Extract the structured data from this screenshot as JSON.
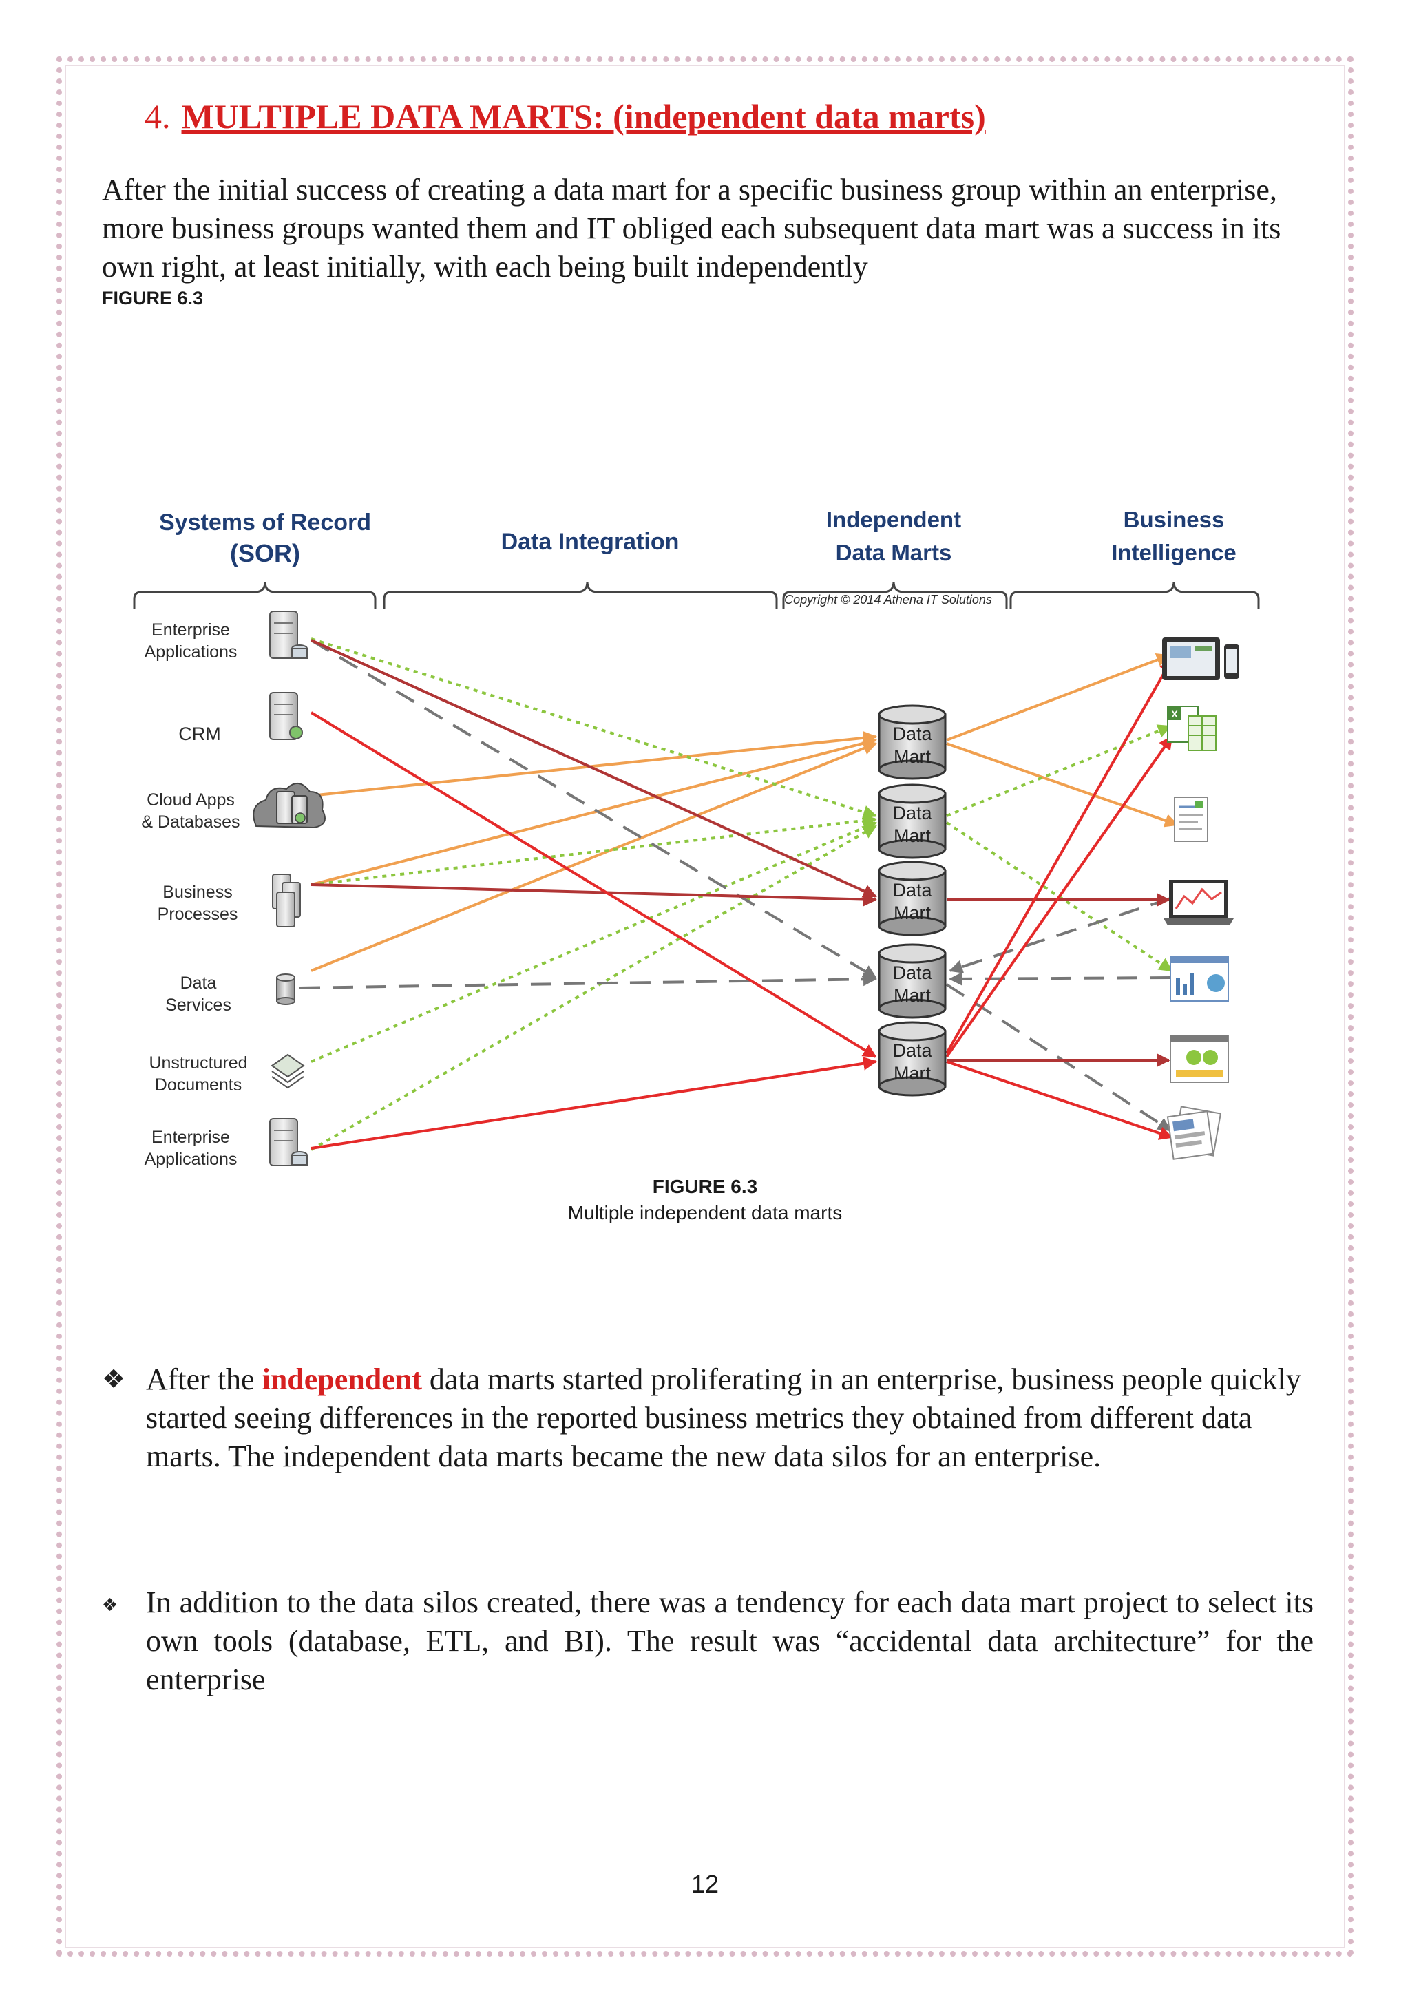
{
  "heading": {
    "number": "4.",
    "title": "MULTIPLE DATA MARTS: (independent data marts)"
  },
  "intro": {
    "text": "After the initial success of creating a data mart for a specific business group within an enterprise, more business groups wanted them and IT obliged each subsequent data mart was a success in its own right, at least initially, with each being built independently"
  },
  "figure_ref": "FIGURE 6.3",
  "diagram": {
    "columns": {
      "sor_line1": "Systems of Record",
      "sor_line2": "(SOR)",
      "integration": "Data Integration",
      "marts_line1": "Independent",
      "marts_line2": "Data Marts",
      "bi_line1": "Business",
      "bi_line2": "Intelligence"
    },
    "copyright": "Copyright © 2014 Athena IT Solutions",
    "sources": [
      {
        "line1": "Enterprise",
        "line2": "Applications"
      },
      {
        "line1": "CRM",
        "line2": ""
      },
      {
        "line1": "Cloud Apps",
        "line2": "& Databases"
      },
      {
        "line1": "Business",
        "line2": "Processes"
      },
      {
        "line1": "Data",
        "line2": "Services"
      },
      {
        "line1": "Unstructured",
        "line2": "Documents"
      },
      {
        "line1": "Enterprise",
        "line2": "Applications"
      }
    ],
    "mart_label_line1": "Data",
    "mart_label_line2": "Mart",
    "colors": {
      "orange": "#f0a050",
      "green": "#8cc63f",
      "gray": "#777777",
      "red": "#e52a2a",
      "darkred": "#b03535"
    }
  },
  "caption": {
    "line1": "FIGURE 6.3",
    "line2": "Multiple independent data marts"
  },
  "bullets": [
    {
      "mark": "❖",
      "before": "After the ",
      "highlight": "independent",
      "after": " data marts started proliferating in an enterprise, business people quickly started seeing differences in the reported business metrics they obtained from different data marts. The independent data marts became the new data silos for an enterprise."
    },
    {
      "mark": "❖",
      "text": "In addition to the data silos created, there was a tendency for each data mart project to select its own tools (database, ETL, and BI). The result was “accidental data architecture” for the enterprise"
    }
  ],
  "page_number": "12"
}
